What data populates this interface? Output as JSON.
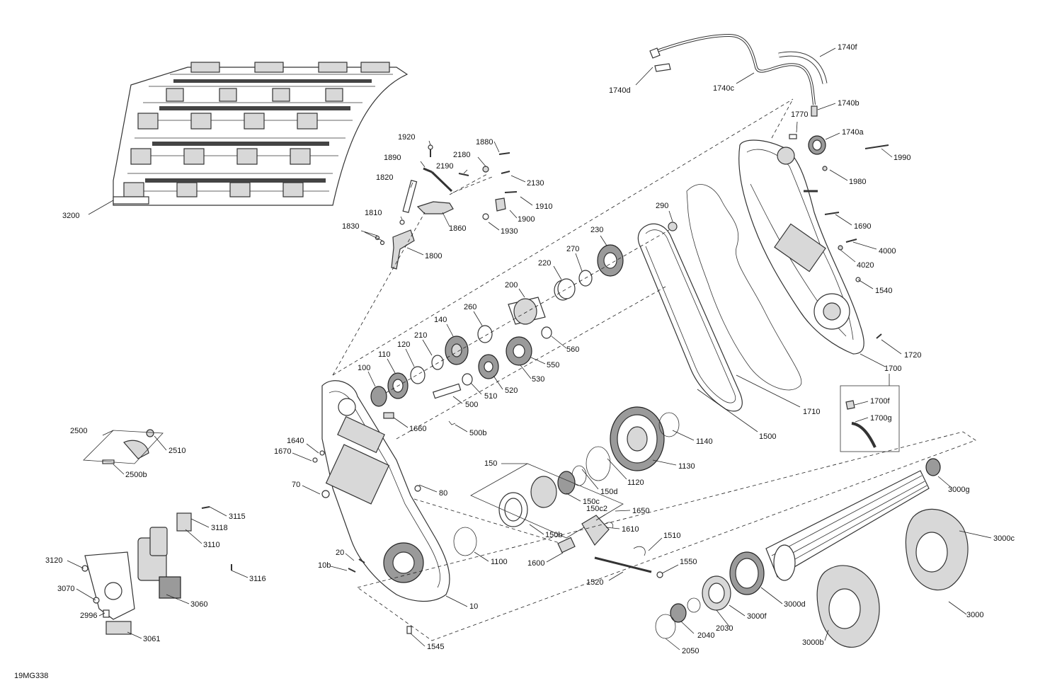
{
  "figure_ref": "19MG338",
  "labels": [
    "3200",
    "1920",
    "1880",
    "2180",
    "1890",
    "2190",
    "2130",
    "1820",
    "1910",
    "1900",
    "1810",
    "1930",
    "1860",
    "1830",
    "1800",
    "1740d",
    "1740c",
    "1740f",
    "1740b",
    "1740a",
    "1770",
    "1990",
    "1980",
    "290",
    "230",
    "270",
    "220",
    "200",
    "260",
    "140",
    "210",
    "120",
    "110",
    "100",
    "560",
    "550",
    "530",
    "520",
    "510",
    "500",
    "500b",
    "1660",
    "1640",
    "1670",
    "70",
    "80",
    "1690",
    "4000",
    "4020",
    "1540",
    "1720",
    "1700",
    "1700f",
    "1700g",
    "1710",
    "1500",
    "1140",
    "1130",
    "1120",
    "150d",
    "150",
    "150c",
    "150c2",
    "1650",
    "1610",
    "150b",
    "1100",
    "1600",
    "1510",
    "1550",
    "1520",
    "20",
    "10b",
    "10",
    "1545",
    "2500",
    "2510",
    "2500b",
    "3115",
    "3118",
    "3110",
    "3120",
    "3116",
    "3070",
    "3060",
    "2996",
    "3061",
    "3000g",
    "3000c",
    "3000d",
    "3000f",
    "3000",
    "2030",
    "2040",
    "2050",
    "3000b"
  ]
}
